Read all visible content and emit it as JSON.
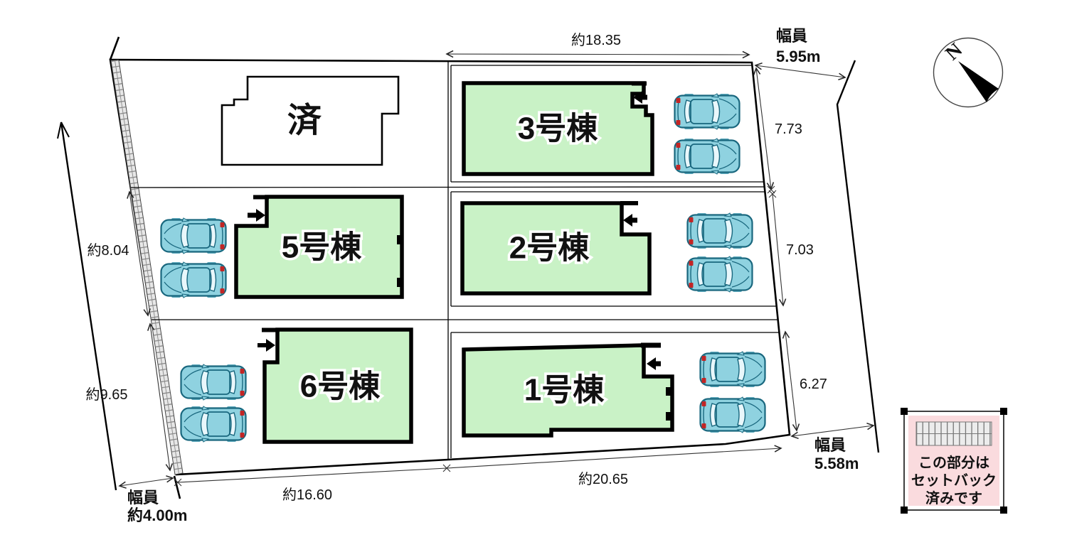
{
  "buildings": {
    "b1": "1号棟",
    "b2": "2号棟",
    "b3": "3号棟",
    "b5": "5号棟",
    "b6": "6号棟",
    "sold": "済"
  },
  "dimensions": {
    "top": "約18.35",
    "right_upper": "7.73",
    "right_middle": "7.03",
    "right_lower": "6.27",
    "left_upper": "約8.04",
    "left_lower": "約9.65",
    "bottom_left": "約16.60",
    "bottom_right": "約20.65"
  },
  "roads": {
    "top_right": {
      "line1": "幅員",
      "line2": "5.95m"
    },
    "bottom_right": {
      "line1": "幅員",
      "line2": "5.58m"
    },
    "bottom_left": {
      "line1": "幅員",
      "line2": "約4.00m"
    }
  },
  "compass": {
    "north_label": "N"
  },
  "legend": {
    "line1": "この部分は",
    "line2": "セットバック",
    "line3": "済みです"
  },
  "colors": {
    "building_fill": "#c9f2c6",
    "car_body": "#8fd2e0",
    "car_outline": "#19677e",
    "legend_bg": "#fadbde",
    "line": "#000000"
  }
}
